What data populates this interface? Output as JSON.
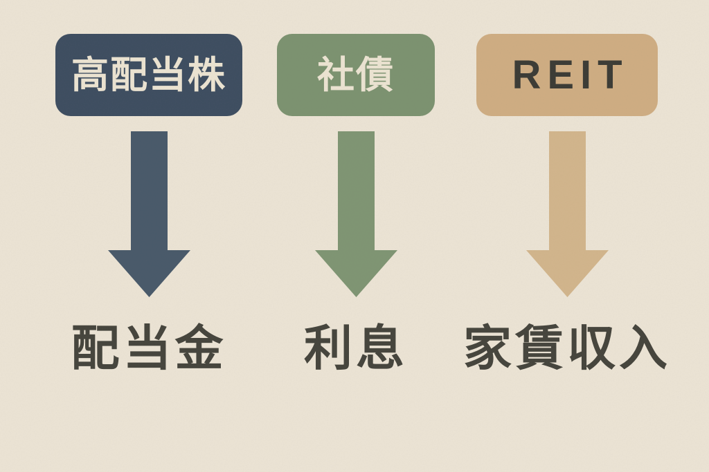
{
  "diagram": {
    "background_color": "#ece4d5",
    "result_text_color": "#45443c",
    "columns": [
      {
        "source_label": "高配当株",
        "result_label": "配当金",
        "box_color": "#3d4d60",
        "box_text_color": "#ece4d2",
        "arrow_color": "#48596a"
      },
      {
        "source_label": "社債",
        "result_label": "利息",
        "box_color": "#7c9270",
        "box_text_color": "#ece4d2",
        "arrow_color": "#7f9573"
      },
      {
        "source_label": "REIT",
        "result_label": "家賃収入",
        "box_color": "#cfad82",
        "box_text_color": "#3b3b35",
        "arrow_color": "#d2b58c"
      }
    ]
  }
}
